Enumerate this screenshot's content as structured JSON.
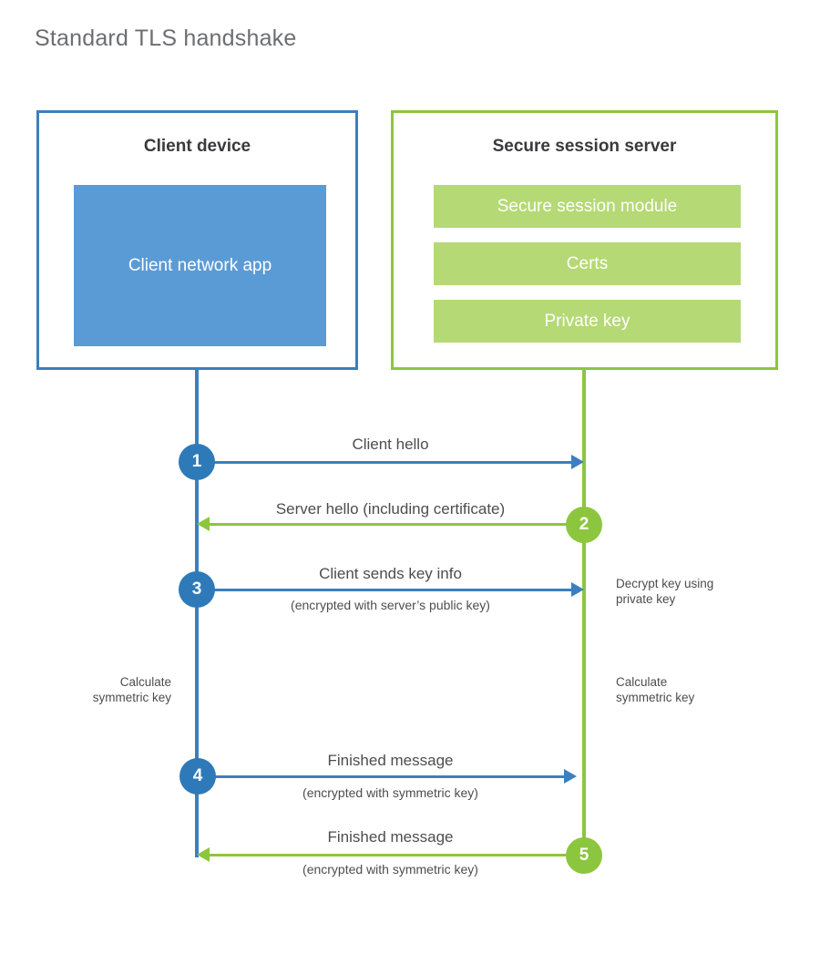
{
  "title": "Standard TLS handshake",
  "parties": {
    "client": {
      "title": "Client device",
      "blocks": [
        {
          "label": "Client network app"
        }
      ],
      "border_color": "#3b7fbf",
      "block_color": "#5b9bd5"
    },
    "server": {
      "title": "Secure session server",
      "blocks": [
        {
          "label": "Secure session module"
        },
        {
          "label": "Certs"
        },
        {
          "label": "Private key"
        }
      ],
      "border_color": "#8cc63e",
      "block_color": "#b5d975"
    }
  },
  "steps": [
    {
      "number": "1",
      "origin": "client",
      "direction": "right",
      "label": "Client hello",
      "sublabel": "",
      "color": "#2e7ab8"
    },
    {
      "number": "2",
      "origin": "server",
      "direction": "left",
      "label": "Server hello (including certificate)",
      "sublabel": "",
      "color": "#8cc63e"
    },
    {
      "number": "3",
      "origin": "client",
      "direction": "right",
      "label": "Client sends key info",
      "sublabel": "(encrypted with server’s public key)",
      "color": "#2e7ab8"
    },
    {
      "number": "4",
      "origin": "client",
      "direction": "right",
      "label": "Finished message",
      "sublabel": "(encrypted with symmetric key)",
      "color": "#2e7ab8"
    },
    {
      "number": "5",
      "origin": "server",
      "direction": "left",
      "label": "Finished message",
      "sublabel": "(encrypted with symmetric key)",
      "color": "#8cc63e"
    }
  ],
  "notes": {
    "decrypt": "Decrypt key using private key",
    "decrypt_line1": "Decrypt key using",
    "decrypt_line2": "private key",
    "client_calculate_line1": "Calculate",
    "client_calculate_line2": "symmetric key",
    "server_calculate_line1": "Calculate",
    "server_calculate_line2": "symmetric key"
  }
}
